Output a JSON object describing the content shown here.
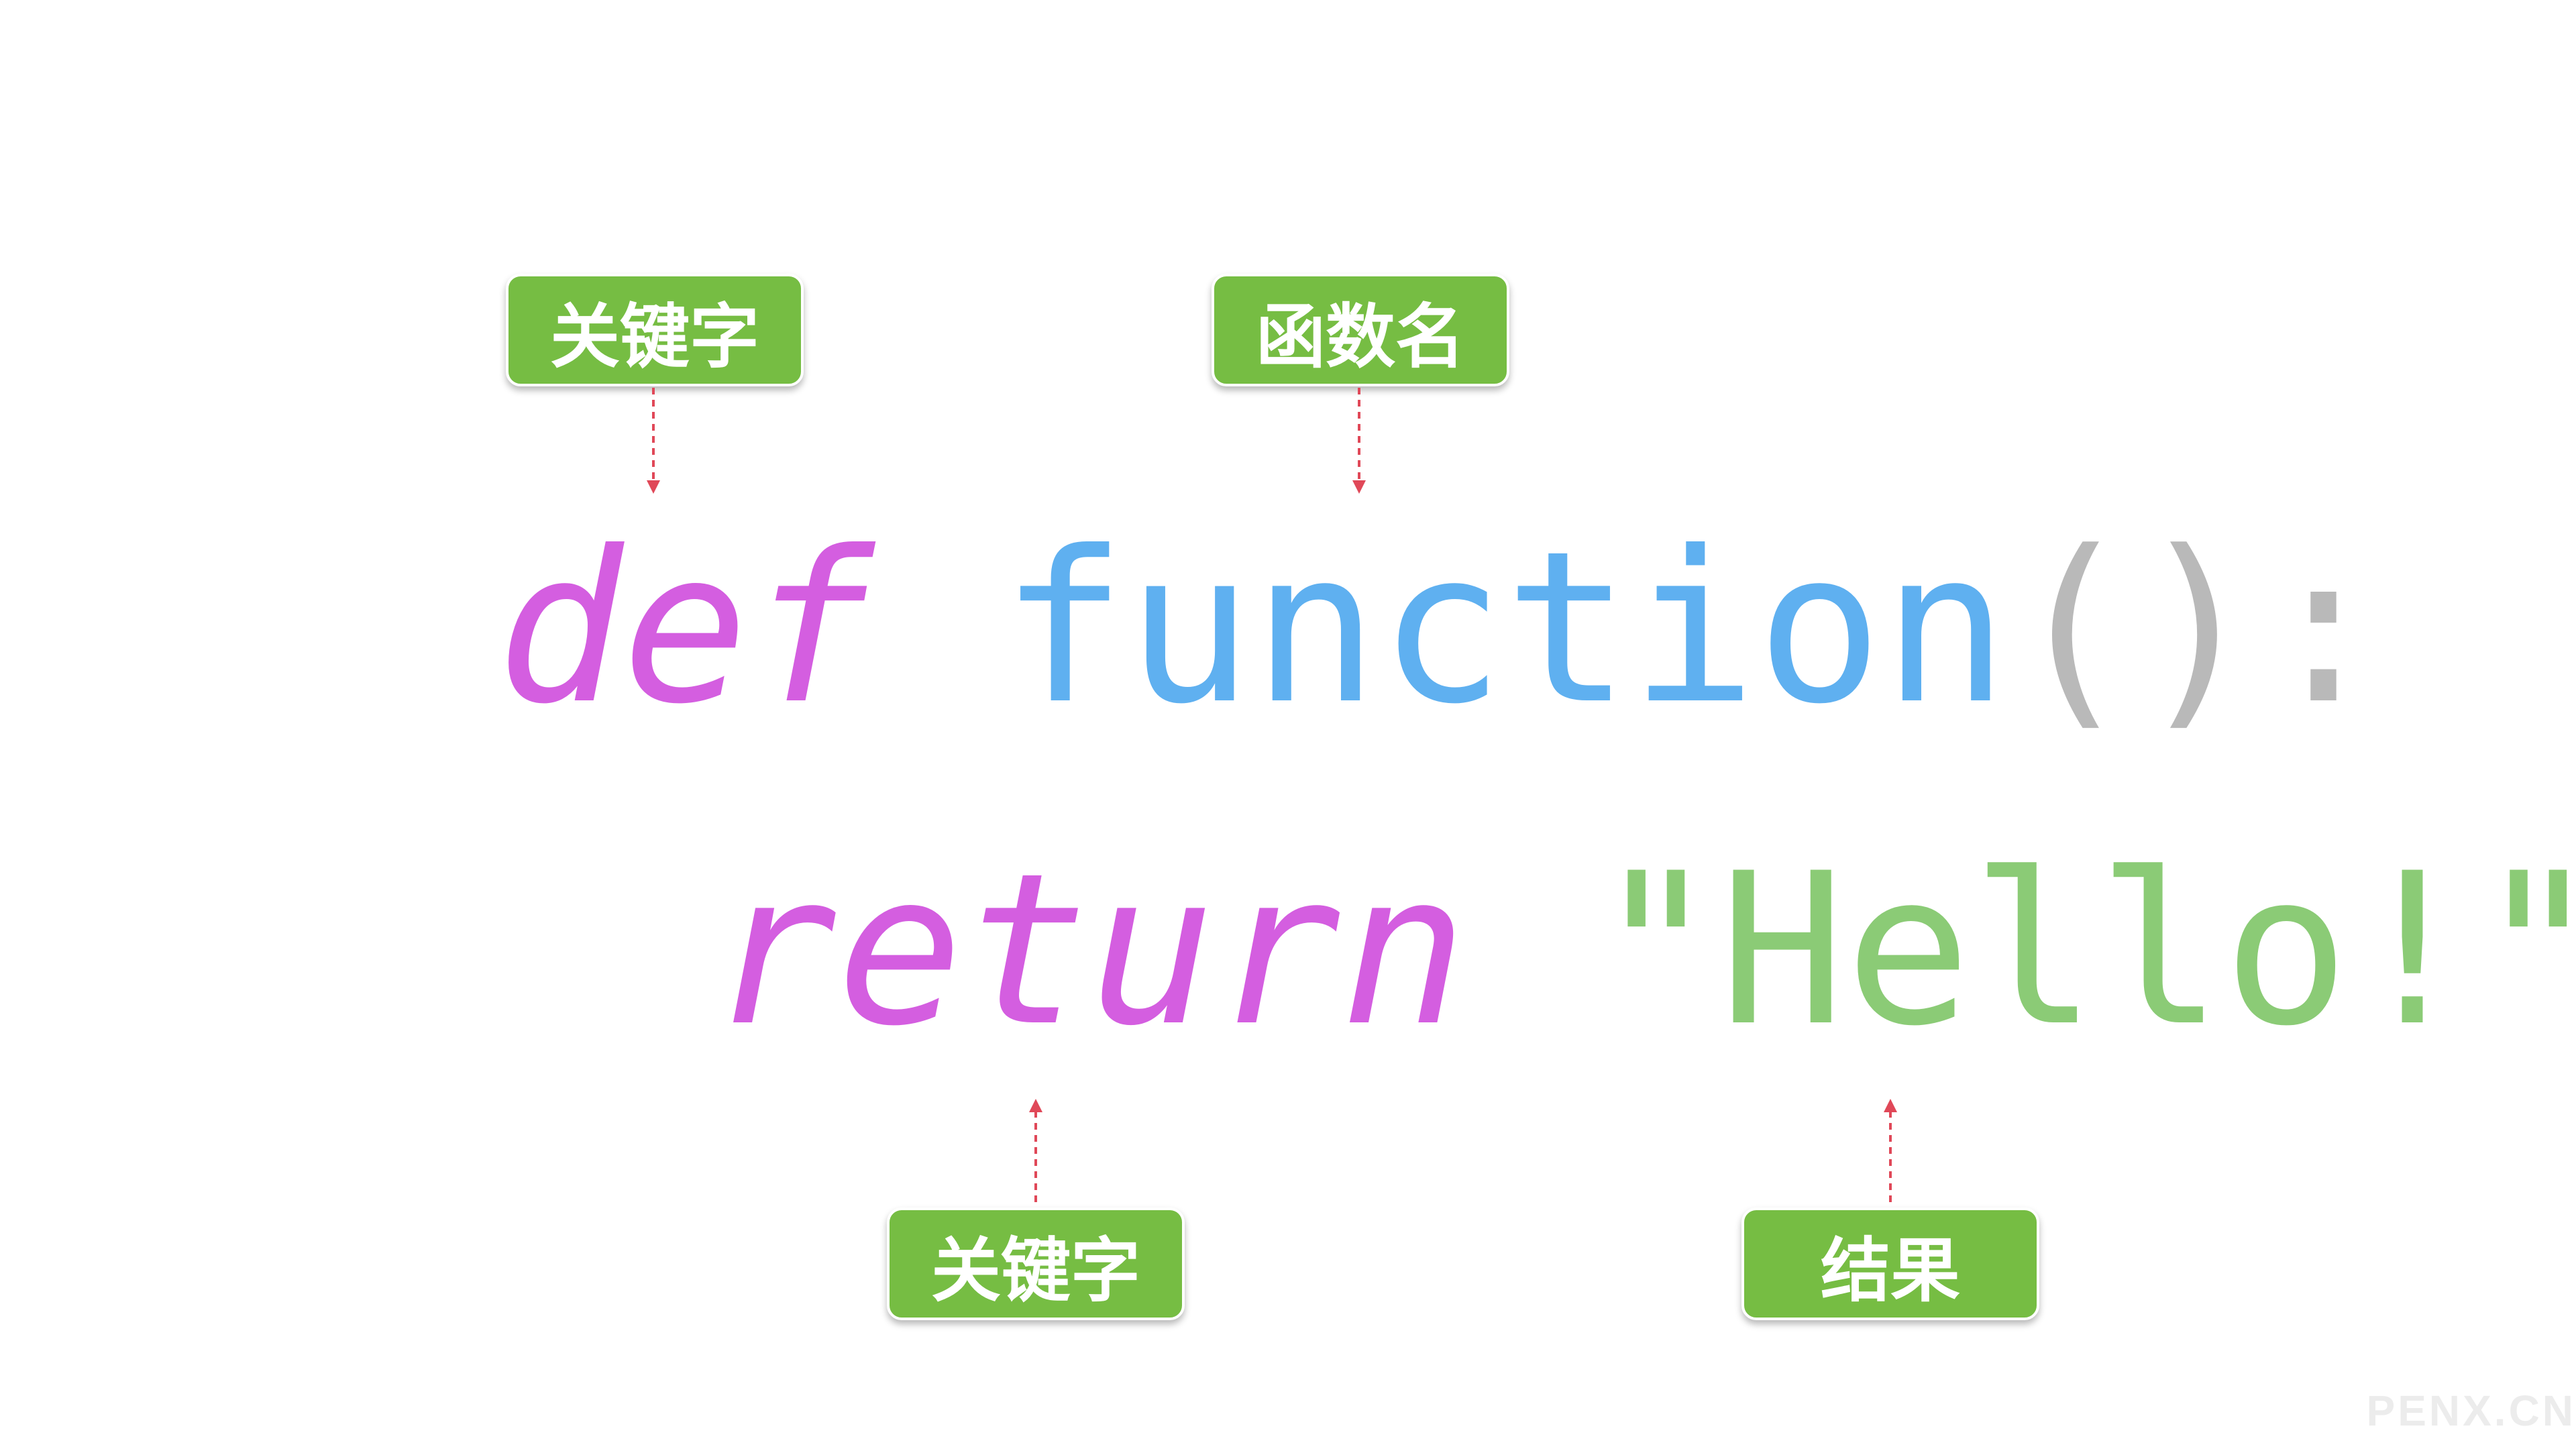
{
  "colors": {
    "keyword": "#d45ee0",
    "function_name": "#5fb0f0",
    "parens": "#b9b9b9",
    "colon": "#b9b9b9",
    "string": "#8bcb76",
    "badge_bg": "#76bd43",
    "arrow": "#e04858"
  },
  "code": {
    "line1": {
      "keyword": "def",
      "space": " ",
      "function_name": "function",
      "parens": "()",
      "colon": ":"
    },
    "line2": {
      "keyword": "return",
      "space": " ",
      "string": "\"Hello!\""
    }
  },
  "annotations": {
    "top_left": {
      "label": "关键字"
    },
    "top_right": {
      "label": "函数名"
    },
    "bottom_left": {
      "label": "关键字"
    },
    "bottom_right": {
      "label": "结果"
    }
  },
  "watermark": "PENX.CN"
}
